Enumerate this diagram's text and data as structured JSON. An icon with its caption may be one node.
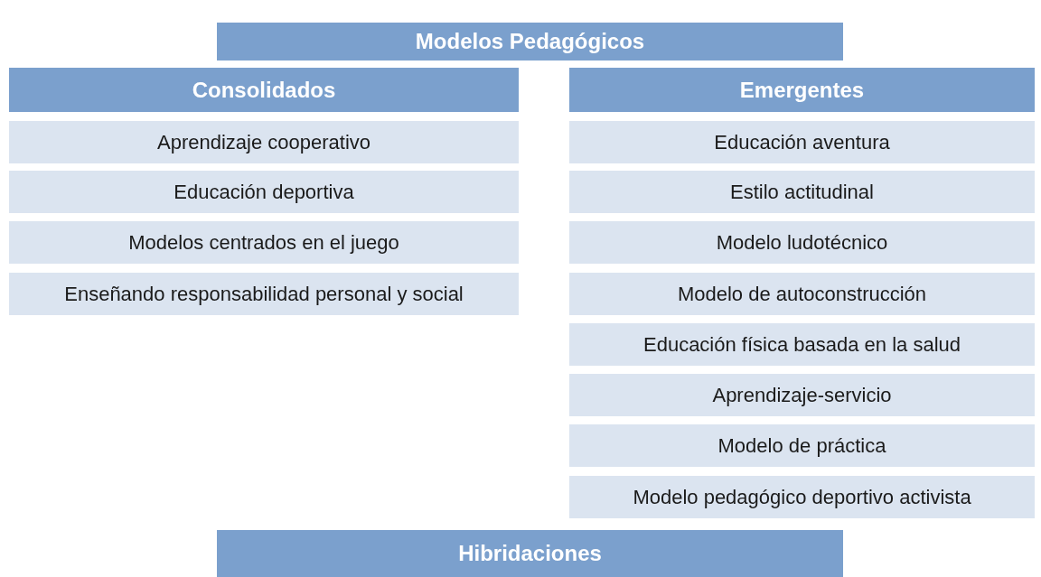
{
  "diagram": {
    "nodes": [
      {
        "text": [
          "Modelos Pedagógicos"
        ]
      },
      {
        "text": [
          "Consolidados"
        ]
      },
      {
        "text": [
          "Aprendizaje cooperativo"
        ]
      },
      {
        "text": [
          "Educación deportiva"
        ]
      },
      {
        "text": [
          "Modelos centrados en el juego"
        ]
      },
      {
        "text": [
          "Enseñando responsabilidad personal y social"
        ]
      },
      {
        "text": [
          "Emergentes"
        ]
      },
      {
        "text": [
          "Educación aventura"
        ]
      },
      {
        "text": [
          "Estilo actitudinal"
        ]
      },
      {
        "text": [
          "Modelo ludotécnico"
        ]
      },
      {
        "text": [
          "Modelo de autoconstrucción"
        ]
      },
      {
        "text": [
          "Educación física basada en la salud"
        ]
      },
      {
        "text": [
          "Aprendizaje-servicio"
        ]
      },
      {
        "text": [
          "Modelo de práctica"
        ]
      },
      {
        "text": [
          "Modelo pedagógico deportivo activista"
        ]
      },
      {
        "text": [
          "Hibridaciones"
        ]
      }
    ]
  }
}
